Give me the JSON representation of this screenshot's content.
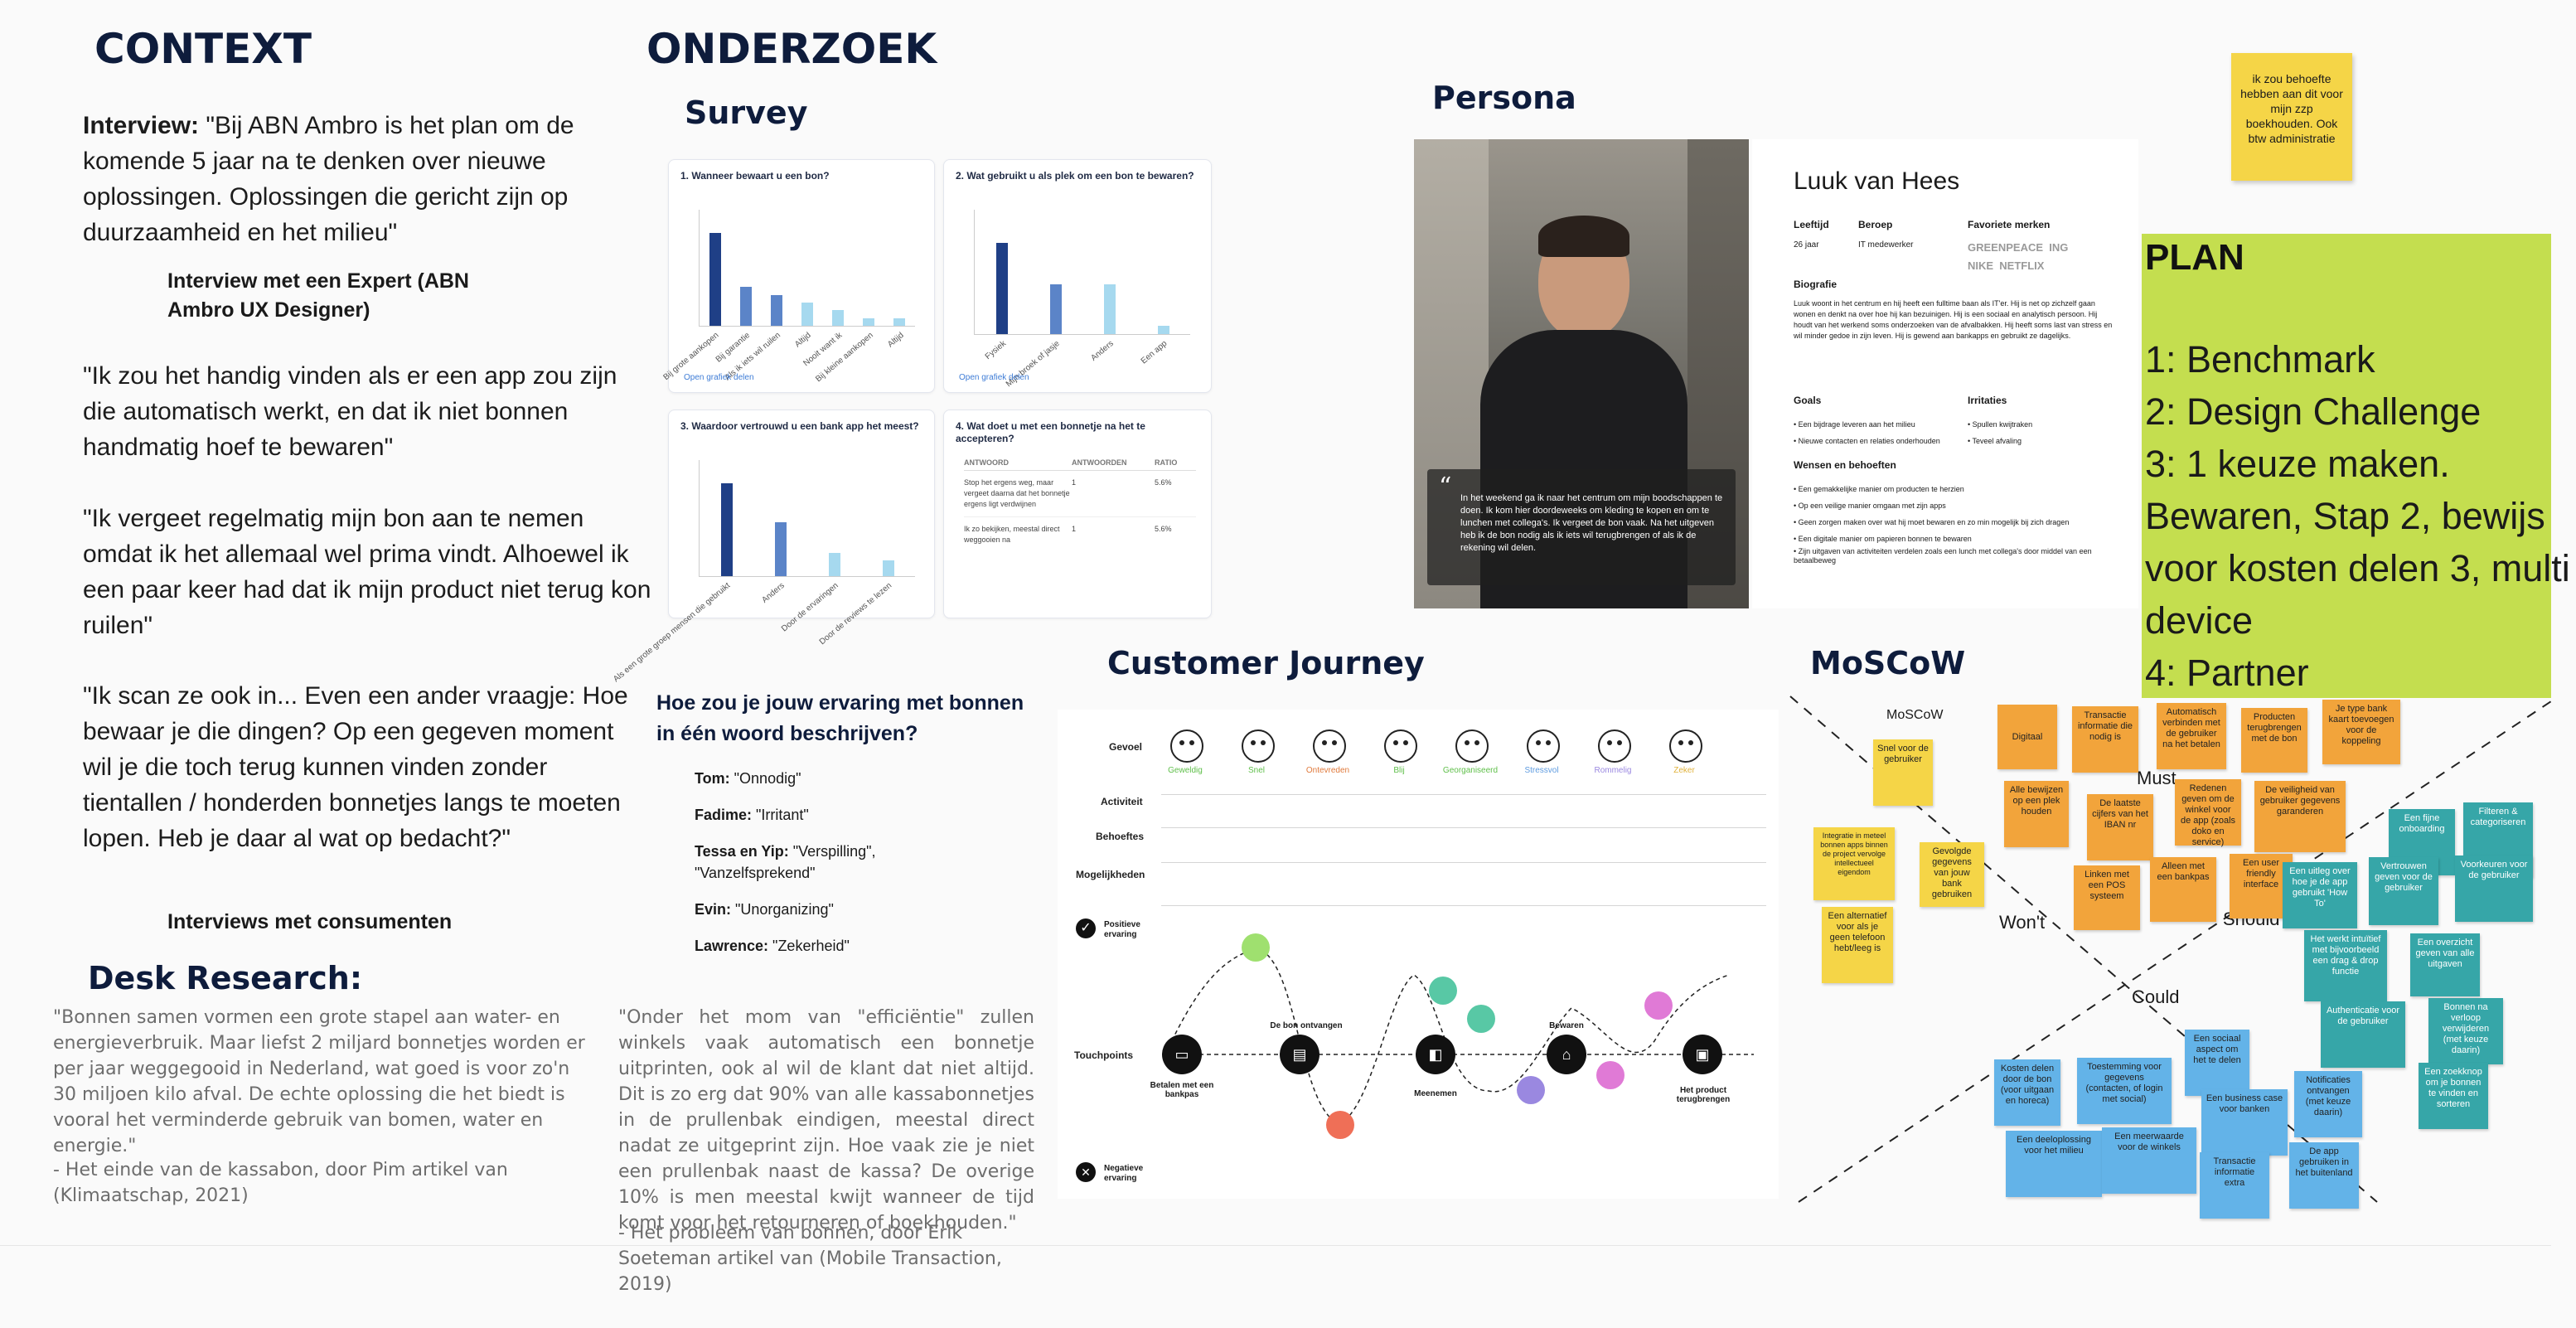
{
  "colors": {
    "navy": "#0e1c3c",
    "plan_green": "#c4de4f",
    "sticky_yellow": "#f5d547",
    "sticky_orange": "#f2a43b",
    "sticky_teal": "#36a6a8",
    "sticky_blue": "#63b3e8",
    "bar_dark": "#1f3f86",
    "bar_mid": "#5b84c8",
    "bar_light": "#a6d9ef"
  },
  "context": {
    "title": "CONTEXT",
    "interview_label": "Interview:",
    "interview_quote": " \"Bij ABN Ambro is het plan om de komende 5 jaar na te denken over nieuwe oplossingen. Oplossingen die gericht zijn op duurzaamheid en het milieu\"",
    "expert_caption": "Interview met een Expert (ABN Ambro UX Designer)",
    "quote1": " \"Ik zou het handig vinden als er een app zou zijn die automatisch werkt, en dat ik niet bonnen handmatig hoef te bewaren\"",
    "quote2": "\"Ik vergeet regelmatig mijn bon aan te nemen omdat ik het allemaal wel prima vindt. Alhoewel ik een paar keer had dat ik mijn product niet terug kon ruilen\"",
    "quote3": "\"Ik scan ze ook in... Even een ander vraagje: Hoe bewaar je die dingen? Op een gegeven moment wil je die toch terug kunnen vinden zonder tientallen / honderden bonnetjes langs te moeten lopen. Heb je daar al wat op bedacht?\"",
    "consumer_caption": "Interviews met consumenten"
  },
  "desk": {
    "title": "Desk Research:",
    "quote_left": "\"Bonnen samen vormen een grote stapel aan water- en energieverbruik. Maar liefst 2 miljard bonnetjes worden er per jaar weggegooid in Nederland, wat goed is voor zo'n 30 miljoen kilo afval. De echte oplossing die het biedt is vooral het verminderde gebruik van bomen, water en energie.\"",
    "source_left": "- Het einde van de kassabon, door Pim artikel van (Klimaatschap, 2021)",
    "quote_right": "\"Onder het mom van \"efficiëntie\" zullen winkels vaak automatisch een bonnetje uitprinten, ook al wil de klant dat niet altijd. Dit is zo erg dat 90% van alle kassabonnetjes in de prullenbak eindigen, meestal direct nadat ze uitgeprint zijn. Hoe vaak zie je niet een prullenbak naast de kassa? De overige 10% is men meestal kwijt wanneer de tijd komt voor het retourneren of boekhouden.\"",
    "source_right": "- Het probleem van bonnen, door Erik Soeteman artikel van (Mobile Transaction, 2019)"
  },
  "onderzoek": {
    "title": "ONDERZOEK",
    "survey_title": "Survey"
  },
  "survey": {
    "q1": "1. Wanneer bewaart u een bon?",
    "q1_link": "Open grafiek delen",
    "q2": "2. Wat gebruikt u als plek om een bon te bewaren?",
    "q2_link": "Open grafiek delen",
    "q3": "3. Waardoor vertrouwd u een bank app het meest?",
    "q4": "4. Wat doet u met een bonnetje na het te accepteren?",
    "table_headers": [
      "ANTWOORD",
      "ANTWOORDEN",
      "RATIO"
    ],
    "table_rows": [
      {
        "answer": "Stop het ergens weg, maar vergeet daarna dat het bonnetje ergens ligt verdwijnen",
        "count": "1",
        "ratio": "5.6%"
      },
      {
        "answer": "Ik zo bekijken, meestal direct weggooien na",
        "count": "1",
        "ratio": "5.6%"
      }
    ]
  },
  "chart_data": [
    {
      "type": "bar",
      "title": "1. Wanneer bewaart u een bon?",
      "categories": [
        "Bij grote aankopen",
        "Bij garantie",
        "Als ik iets wil ruilen",
        "Altijd",
        "Nooit want ik",
        "Bij kleine aankopen",
        "Altijd"
      ],
      "values": [
        12,
        5,
        4,
        3,
        2,
        1,
        1
      ],
      "ylim": [
        0,
        15
      ]
    },
    {
      "type": "bar",
      "title": "2. Wat gebruikt u als plek om een bon te bewaren?",
      "categories": [
        "Fysiek",
        "Mijn broek of jasje",
        "Anders",
        "Een app"
      ],
      "values": [
        11,
        6,
        6,
        1
      ],
      "ylim": [
        0,
        15
      ]
    },
    {
      "type": "bar",
      "title": "3. Waardoor vertrouwd u een bank app het meest?",
      "categories": [
        "Als een grote groep mensen die gebruikt",
        "Anders",
        "Door de ervaringen",
        "Door de reviews te lezen"
      ],
      "values": [
        12,
        7,
        3,
        2
      ],
      "ylim": [
        0,
        15
      ]
    }
  ],
  "open_question": {
    "title": "Hoe zou je jouw ervaring met bonnen in één woord beschrijven?",
    "answers": [
      {
        "name": "Tom:",
        "word": " \"Onnodig\""
      },
      {
        "name": "Fadime:",
        "word": " \"Irritant\""
      },
      {
        "name": "Tessa en Yip:",
        "word": " \"Verspilling\", \"Vanzelfsprekend\""
      },
      {
        "name": "Evin:",
        "word": " \"Unorganizing\""
      },
      {
        "name": "Lawrence:",
        "word": " \"Zekerheid\""
      }
    ]
  },
  "persona": {
    "title": "Persona",
    "photo_quote": "In het weekend ga ik naar het centrum om mijn boodschappen te doen. Ik kom hier doordeweeks om kleding te kopen en om te lunchen met collega's. Ik vergeet de bon vaak. Na het uitgeven heb ik de bon nodig als ik iets wil terugbrengen of als ik de rekening wil delen.",
    "name": "Luuk van Hees",
    "age_label": "Leeftijd",
    "age": "26 jaar",
    "job_label": "Beroep",
    "job": "IT medewerker",
    "brands_label": "Favoriete merken",
    "brands": [
      "GREENPEACE",
      "ING",
      "NIKE",
      "NETFLIX"
    ],
    "bio_label": "Biografie",
    "bio": "Luuk woont in het centrum en hij heeft een fulltime baan als IT'er. Hij is net op zichzelf gaan wonen en denkt na over hoe hij kan bezuinigen. Hij is een sociaal en analytisch persoon. Hij houdt van het werkend soms onderzoeken van de afvalbakken. Hij heeft soms last van stress en wil minder gedoe in zijn leven. Hij is gewend aan bankapps en gebruikt ze dagelijks.",
    "goals_label": "Goals",
    "goals": [
      "Een bijdrage leveren aan het milieu",
      "Nieuwe contacten en relaties onderhouden"
    ],
    "irritations_label": "Irritaties",
    "irritations": [
      "Spullen kwijtraken",
      "Teveel afvaling"
    ],
    "wishes_label": "Wensen en behoeften",
    "wishes": [
      "Een gemakkelijke manier om producten te herzien",
      "Op een veilige manier omgaan met zijn apps",
      "Geen zorgen maken over wat hij moet bewaren en zo min mogelijk bij zich dragen",
      "Een digitale manier om papieren bonnen te bewaren",
      "Zijn uitgaven van activiteiten verdelen zoals een lunch met collega's door middel van een betaalbeweg"
    ]
  },
  "sticky_top": "ik zou behoefte hebben aan dit voor mijn zzp boekhouden. Ook btw administratie",
  "plan": {
    "title": "PLAN",
    "items": [
      "1: Benchmark",
      "2: Design Challenge",
      "3:  1 keuze maken. Bewaren, Stap 2,  bewijs voor kosten delen 3, multi device",
      "4: Partner"
    ]
  },
  "journey": {
    "title": "Customer Journey",
    "row_labels": [
      "Gevoel",
      "Activiteit",
      "Behoeftes",
      "Mogelijkheden",
      "Touchpoints"
    ],
    "emotions": [
      "Geweldig",
      "Snel",
      "Ontevreden",
      "Blij",
      "Georganiseerd",
      "Stressvol",
      "Rommelig",
      "Zeker"
    ],
    "positive": "Positieve ervaring",
    "negative": "Negatieve ervaring",
    "touchpoints": [
      "Betalen met een bankpas",
      "De bon ontvangen",
      "Meenemen",
      "Bewaren",
      "Het product terugbrengen"
    ]
  },
  "moscow": {
    "title": "MoSCoW",
    "label_inside": "MoSCoW",
    "must": "Must",
    "should": "Should",
    "could": "Could",
    "wont": "Won't",
    "orange_notes": [
      "Digitaal",
      "Transactie informatie die nodig is",
      "Automatisch verbinden met de gebruiker na het betalen",
      "Producten terugbrengen met de bon",
      "Je type bank kaart toevoegen voor de koppeling",
      "Alle bewijzen op een plek houden",
      "De laatste cijfers van het IBAN nr",
      "Redenen geven om de winkel voor de app (zoals doko en service)",
      "De veiligheid van gebruiker gegevens garanderen",
      "Linken met een POS systeem",
      "Alleen met een bankpas",
      "Een user friendly interface"
    ],
    "yellow_notes": [
      "Snel voor de gebruiker",
      "Integratie in meteel bonnen apps binnen de project vervolge intellectueel eigendom",
      "Gevolgde gegevens van jouw bank gebruiken",
      "Een alternatief voor als je geen telefoon hebt/leeg is"
    ],
    "teal_notes": [
      "Een fijne onboarding",
      "Filteren & categoriseren",
      "Een uitleg over hoe je de app gebruikt 'How To'",
      "Vertrouwen geven voor de gebruiker",
      "Voorkeuren voor de gebruiker",
      "Het werkt intuïtief met bijvoorbeeld een drag & drop functie",
      "Een overzicht geven van alle uitgaven",
      "Authenticatie voor de gebruiker",
      "Bonnen na verloop verwijderen (met keuze daarin)",
      "Een zoekknop om je bonnen te vinden en sorteren"
    ],
    "blue_notes": [
      "Een sociaal aspect om het te delen",
      "Kosten delen door de bon (voor uitgaan en horeca)",
      "Toestemming voor gegevens (contacten, of login met social)",
      "Een business case voor banken",
      "Notificaties ontvangen (met keuze daarin)",
      "Een deeloplossing voor het milieu",
      "Een meerwaarde voor de winkels",
      "Transactie informatie extra",
      "De app gebruiken in het buitenland"
    ]
  }
}
